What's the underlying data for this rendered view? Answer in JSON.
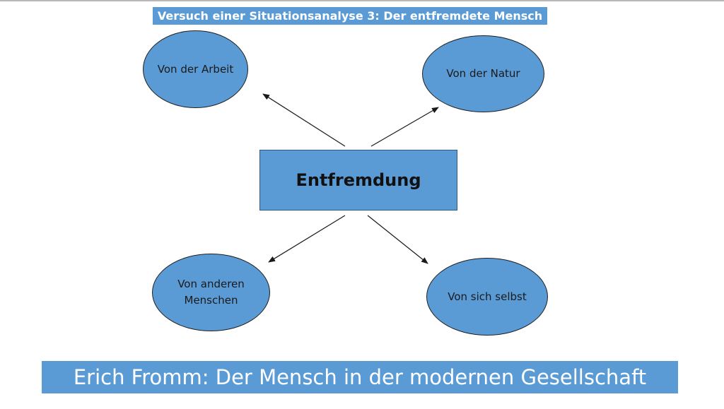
{
  "title": "Versuch einer Situationsanalyse 3: Der entfremdete Mensch",
  "center": "Entfremdung",
  "nodes": {
    "top_left": "Von der Arbeit",
    "top_right": "Von der Natur",
    "bottom_left_line1": "Von anderen",
    "bottom_left_line2": "Menschen",
    "bottom_right": "Von sich selbst"
  },
  "footer": "Erich Fromm: Der Mensch in der modernen Gesellschaft",
  "colors": {
    "shape_fill": "#5b9bd5",
    "outline": "#1f1f1f",
    "arrow": "#1a1a1a"
  }
}
